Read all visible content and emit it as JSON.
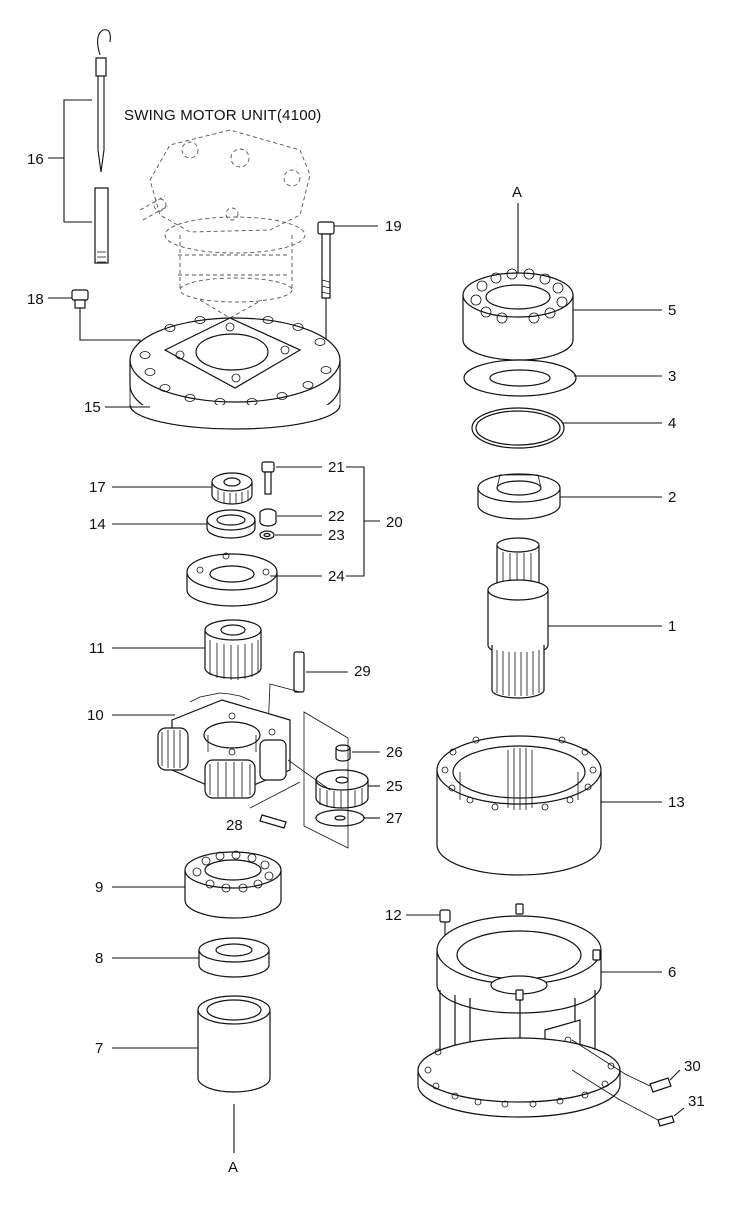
{
  "diagram": {
    "title": "SWING MOTOR UNIT(4100)",
    "section_marker": "A",
    "callouts": [
      "1",
      "2",
      "3",
      "4",
      "5",
      "6",
      "7",
      "8",
      "9",
      "10",
      "11",
      "12",
      "13",
      "14",
      "15",
      "16",
      "17",
      "18",
      "19",
      "20",
      "21",
      "22",
      "23",
      "24",
      "25",
      "26",
      "27",
      "28",
      "29",
      "30",
      "31"
    ]
  }
}
